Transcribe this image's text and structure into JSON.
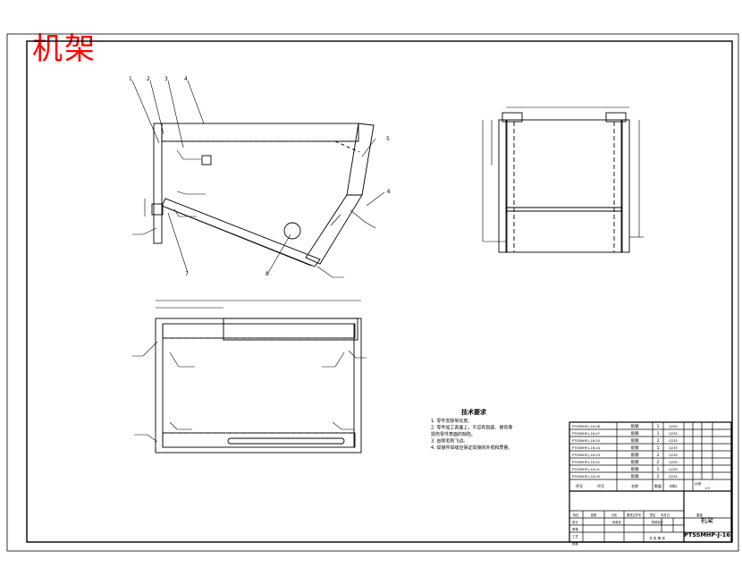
{
  "sheet_title": "机架",
  "callouts": [
    "1",
    "2",
    "3",
    "4",
    "5",
    "6",
    "7",
    "8"
  ],
  "tech_requirements": {
    "title": "技术要求",
    "items": [
      "1. 零件去除氧化皮。",
      "2. 零件加工表面上，不应有划痕、擦伤等",
      "损伤零件表面的缺陷。",
      "3. 去除毛刺飞边。",
      "4. 焊接件焊缝应保证焊接的外观和质量。"
    ]
  },
  "title_block": {
    "drawing_name": "机架",
    "drawing_number": "PTSSMHP-J-16",
    "header": [
      "序号",
      "代号",
      "名称",
      "数量",
      "材料"
    ],
    "parts": [
      {
        "code": "PTSSMHP-J-16-06",
        "name": "角钢",
        "qty": "1",
        "mat": "Q235"
      },
      {
        "code": "PTSSMHP-J-16-07",
        "name": "角钢",
        "qty": "1",
        "mat": "Q235"
      },
      {
        "code": "PTSSMHP-J-16-05",
        "name": "角钢",
        "qty": "2",
        "mat": "Q235"
      },
      {
        "code": "PTSSMHP-J-16-04",
        "name": "角钢",
        "qty": "1",
        "mat": "Q235"
      },
      {
        "code": "PTSSMHP-J-16-03",
        "name": "角钢",
        "qty": "2",
        "mat": "Q235"
      },
      {
        "code": "PTSSMHP-J-16-02",
        "name": "角钢",
        "qty": "2",
        "mat": "Q235"
      },
      {
        "code": "PTSSMHP-J-16-01",
        "name": "角钢",
        "qty": "1",
        "mat": "Q235"
      },
      {
        "code": "PTSSMHP-J-16-00",
        "name": "角钢",
        "qty": "2",
        "mat": "Q235"
      }
    ],
    "scale_label": "比例",
    "scale": "1:5",
    "sign_labels": [
      "标记",
      "处数",
      "分区",
      "更改文件号",
      "签名",
      "年月日"
    ],
    "role_labels": [
      "设计",
      "审核",
      "工艺",
      "批准"
    ],
    "std_label": "标准化",
    "stage_label": "阶段标记",
    "weight_label": "重量",
    "sheet_label": "共 张 第 张"
  }
}
